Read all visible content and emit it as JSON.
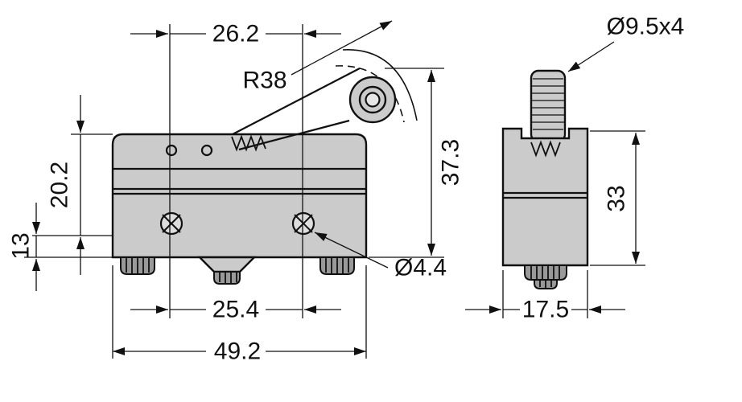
{
  "drawing": {
    "background_color": "#ffffff",
    "line_color": "#111111",
    "body_fill": "#cbcbcb",
    "terminal_fill": "#999999",
    "hub_fill": "#e6e6e6"
  },
  "front_view": {
    "dims": {
      "lever_offset": "26.2",
      "lever_radius": "R38",
      "height_to_roller": "37.3",
      "body_upper_height": "20.2",
      "body_lower_height": "13",
      "mounting_hole_spacing": "25.4",
      "mounting_hole_diameter": "Ø4.4",
      "overall_width": "49.2"
    }
  },
  "side_view": {
    "dims": {
      "roller_size": "Ø9.5x4",
      "overall_height": "33",
      "overall_depth": "17.5"
    }
  }
}
